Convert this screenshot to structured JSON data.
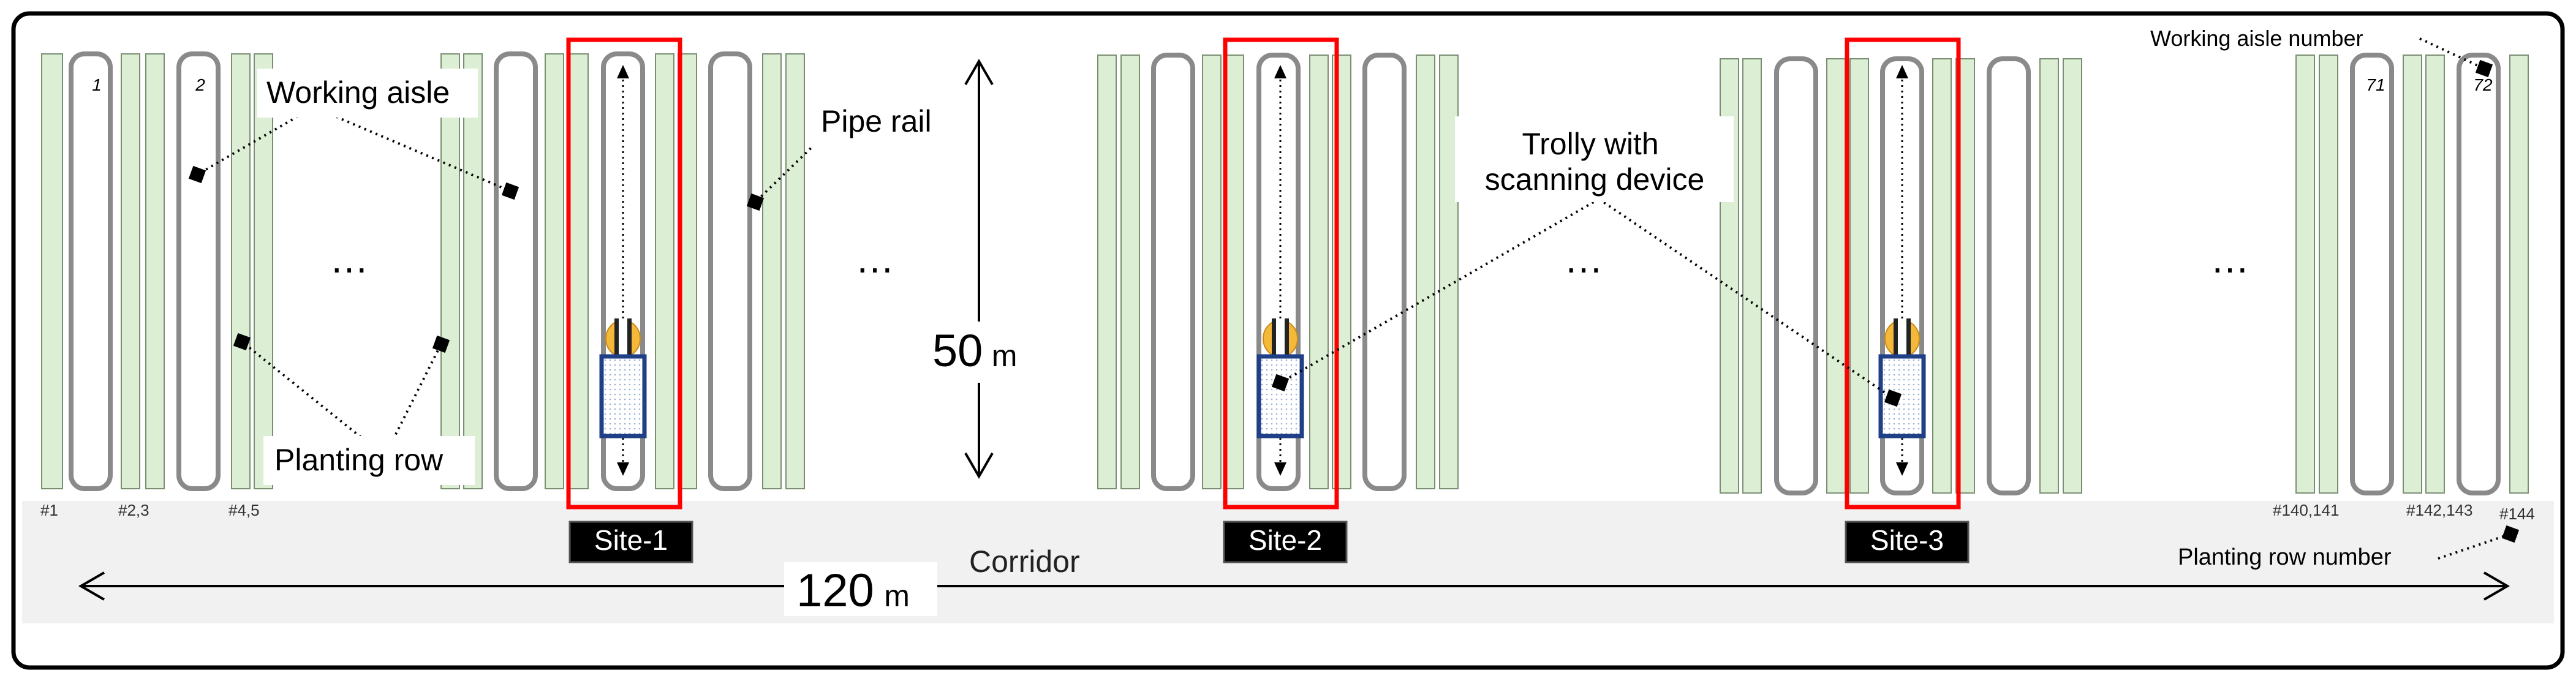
{
  "colors": {
    "planting_row_fill": "#dcefd5",
    "planting_row_stroke": "#7a8f72",
    "pipe_rail_stroke": "#8a8a8a",
    "site_frame": "#ff0000",
    "site_label_bg": "#000000",
    "site_label_text": "#ffffff",
    "corridor": "#f1f1f1",
    "trolley_body": "#1f3f86",
    "trolley_head": "#f5b93a",
    "border": "#000000"
  },
  "aisle_numbers": [
    "1",
    "2",
    "71",
    "72"
  ],
  "row_numbers": [
    "#1",
    "#2,3",
    "#4,5",
    "#140,141",
    "#142,143",
    "#144"
  ],
  "ellipses": [
    "…",
    "…",
    "…",
    "…"
  ],
  "sites": [
    "Site-1",
    "Site-2",
    "Site-3"
  ],
  "callouts": {
    "working_aisle": "Working aisle",
    "pipe_rail": "Pipe rail",
    "trolley_line1": "Trolly with",
    "trolley_line2": "scanning device",
    "planting_row": "Planting row",
    "working_aisle_number": "Working aisle number",
    "planting_row_number": "Planting row number"
  },
  "dimensions": {
    "height_value": "50",
    "height_unit": "m",
    "width_value": "120",
    "width_unit": "m"
  },
  "corridor_label": "Corridor"
}
